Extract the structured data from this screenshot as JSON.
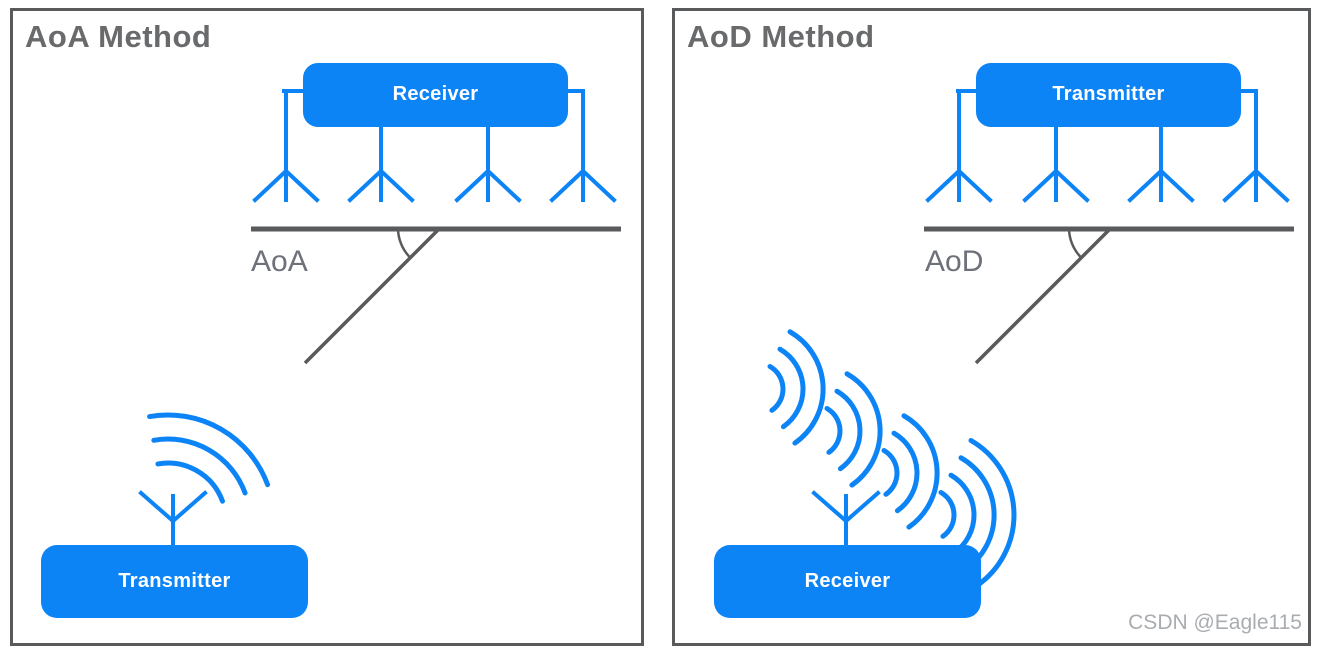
{
  "colors": {
    "accent_blue": "#0d84f6",
    "line_gray": "#595a5c",
    "title_gray": "#696a6c",
    "angle_label_gray": "#6d727a",
    "watermark_gray": "#a9acb0",
    "device_label_text": "#ffffff",
    "background": "#ffffff"
  },
  "panels": [
    {
      "title": "AoA Method",
      "top_device_label": "Receiver",
      "angle_label": "AoA",
      "bottom_device_label": "Transmitter",
      "antenna_count": 4
    },
    {
      "title": "AoD Method",
      "top_device_label": "Transmitter",
      "angle_label": "AoD",
      "bottom_device_label": "Receiver",
      "antenna_count": 4
    }
  ],
  "watermark": "CSDN @Eagle115"
}
